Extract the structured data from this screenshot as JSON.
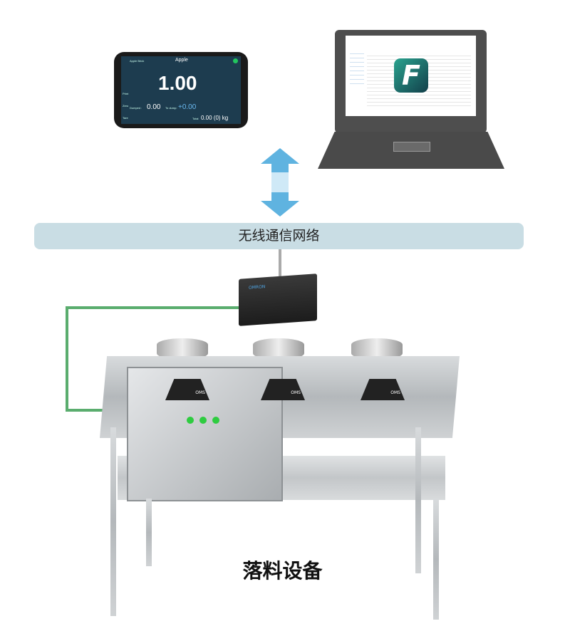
{
  "tablet": {
    "product": "Apple",
    "product_label": "Apple Brick",
    "weight": "1.00",
    "dumped_label": "Dumped :",
    "dumped_value": "0.00",
    "to_dump_label": "To dump:",
    "to_dump_value": "+0.00",
    "total_label": "Total",
    "total_value": "0.00 (0) kg",
    "buttons": [
      "Print",
      "Zero",
      "Tare"
    ],
    "status_color": "#22c55e"
  },
  "laptop": {
    "logo_letter": "F",
    "logo_color": "#1f7a70"
  },
  "network": {
    "label": "无线通信网络"
  },
  "plc": {
    "brand": "OMRON"
  },
  "device": {
    "label": "OMS",
    "title": "落料设备"
  },
  "colors": {
    "band": "#c9dde4",
    "arrow": "#5fb3e0",
    "link": "#5aad6e"
  }
}
